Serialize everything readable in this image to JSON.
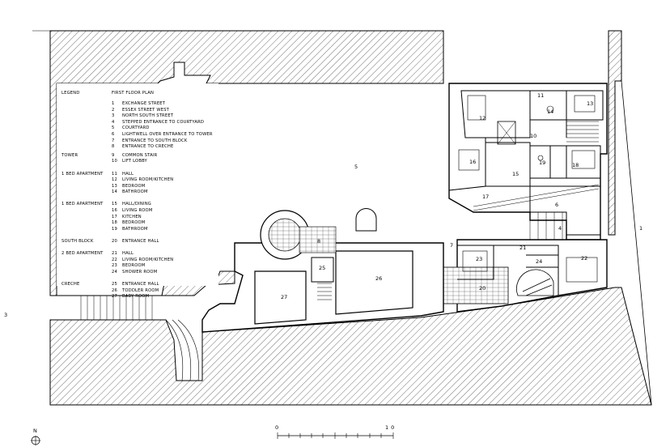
{
  "legend": {
    "heading": "LEGEND",
    "plan_title": "FIRST FLOOR PLAN",
    "site_items": [
      {
        "num": "1",
        "label": "EXCHANGE STREET"
      },
      {
        "num": "2",
        "label": "ESSEX STREET WEST"
      },
      {
        "num": "3",
        "label": "NORTH SOUTH STREET"
      },
      {
        "num": "4",
        "label": "STEPPED ENTRANCE TO COURTYARD"
      },
      {
        "num": "5",
        "label": "COURTYARD"
      },
      {
        "num": "6",
        "label": "LIGHTWELL OVER ENTRANCE TO TOWER"
      },
      {
        "num": "7",
        "label": "ENTRANCE TO SOUTH BLOCK"
      },
      {
        "num": "8",
        "label": "ENTRANCE TO CRECHE"
      }
    ],
    "groups": [
      {
        "name": "TOWER",
        "items": [
          {
            "num": "9",
            "label": "COMMON STAIR"
          },
          {
            "num": "10",
            "label": "LIFT LOBBY"
          }
        ]
      },
      {
        "name": "1 BED APARTMENT",
        "items": [
          {
            "num": "11",
            "label": "HALL"
          },
          {
            "num": "12",
            "label": "LIVING ROOM/KITCHEN"
          },
          {
            "num": "13",
            "label": "BEDROOM"
          },
          {
            "num": "14",
            "label": "BATHROOM"
          }
        ]
      },
      {
        "name": "1 BED APARTMENT",
        "items": [
          {
            "num": "15",
            "label": "HALL/DINING"
          },
          {
            "num": "16",
            "label": "LIVING ROOM"
          },
          {
            "num": "17",
            "label": "KITCHEN"
          },
          {
            "num": "18",
            "label": "BEDROOM"
          },
          {
            "num": "19",
            "label": "BATHROOM"
          }
        ]
      },
      {
        "name": "SOUTH BLOCK",
        "items": [
          {
            "num": "20",
            "label": "ENTRANCE HALL"
          }
        ]
      },
      {
        "name": "2 BED APARTMENT",
        "items": [
          {
            "num": "21",
            "label": "HALL"
          },
          {
            "num": "22",
            "label": "LIVING ROOM/KITCHEN"
          },
          {
            "num": "23",
            "label": "BEDROOM"
          },
          {
            "num": "24",
            "label": "SHOWER ROOM"
          }
        ]
      },
      {
        "name": "CRECHE",
        "items": [
          {
            "num": "25",
            "label": "ENTRANCE HALL"
          },
          {
            "num": "26",
            "label": "TODDLER ROOM"
          },
          {
            "num": "27",
            "label": "BABY ROOM"
          }
        ]
      }
    ]
  },
  "site_labels": {
    "street_east": "1",
    "street_west": "3"
  },
  "room_labels": [
    "4",
    "5",
    "6",
    "7",
    "8",
    "10",
    "11",
    "12",
    "13",
    "14",
    "15",
    "16",
    "17",
    "18",
    "19",
    "20",
    "21",
    "22",
    "23",
    "24",
    "25",
    "26",
    "27"
  ],
  "scale_bar": {
    "start": "0",
    "end": "10"
  },
  "north_label": "N"
}
